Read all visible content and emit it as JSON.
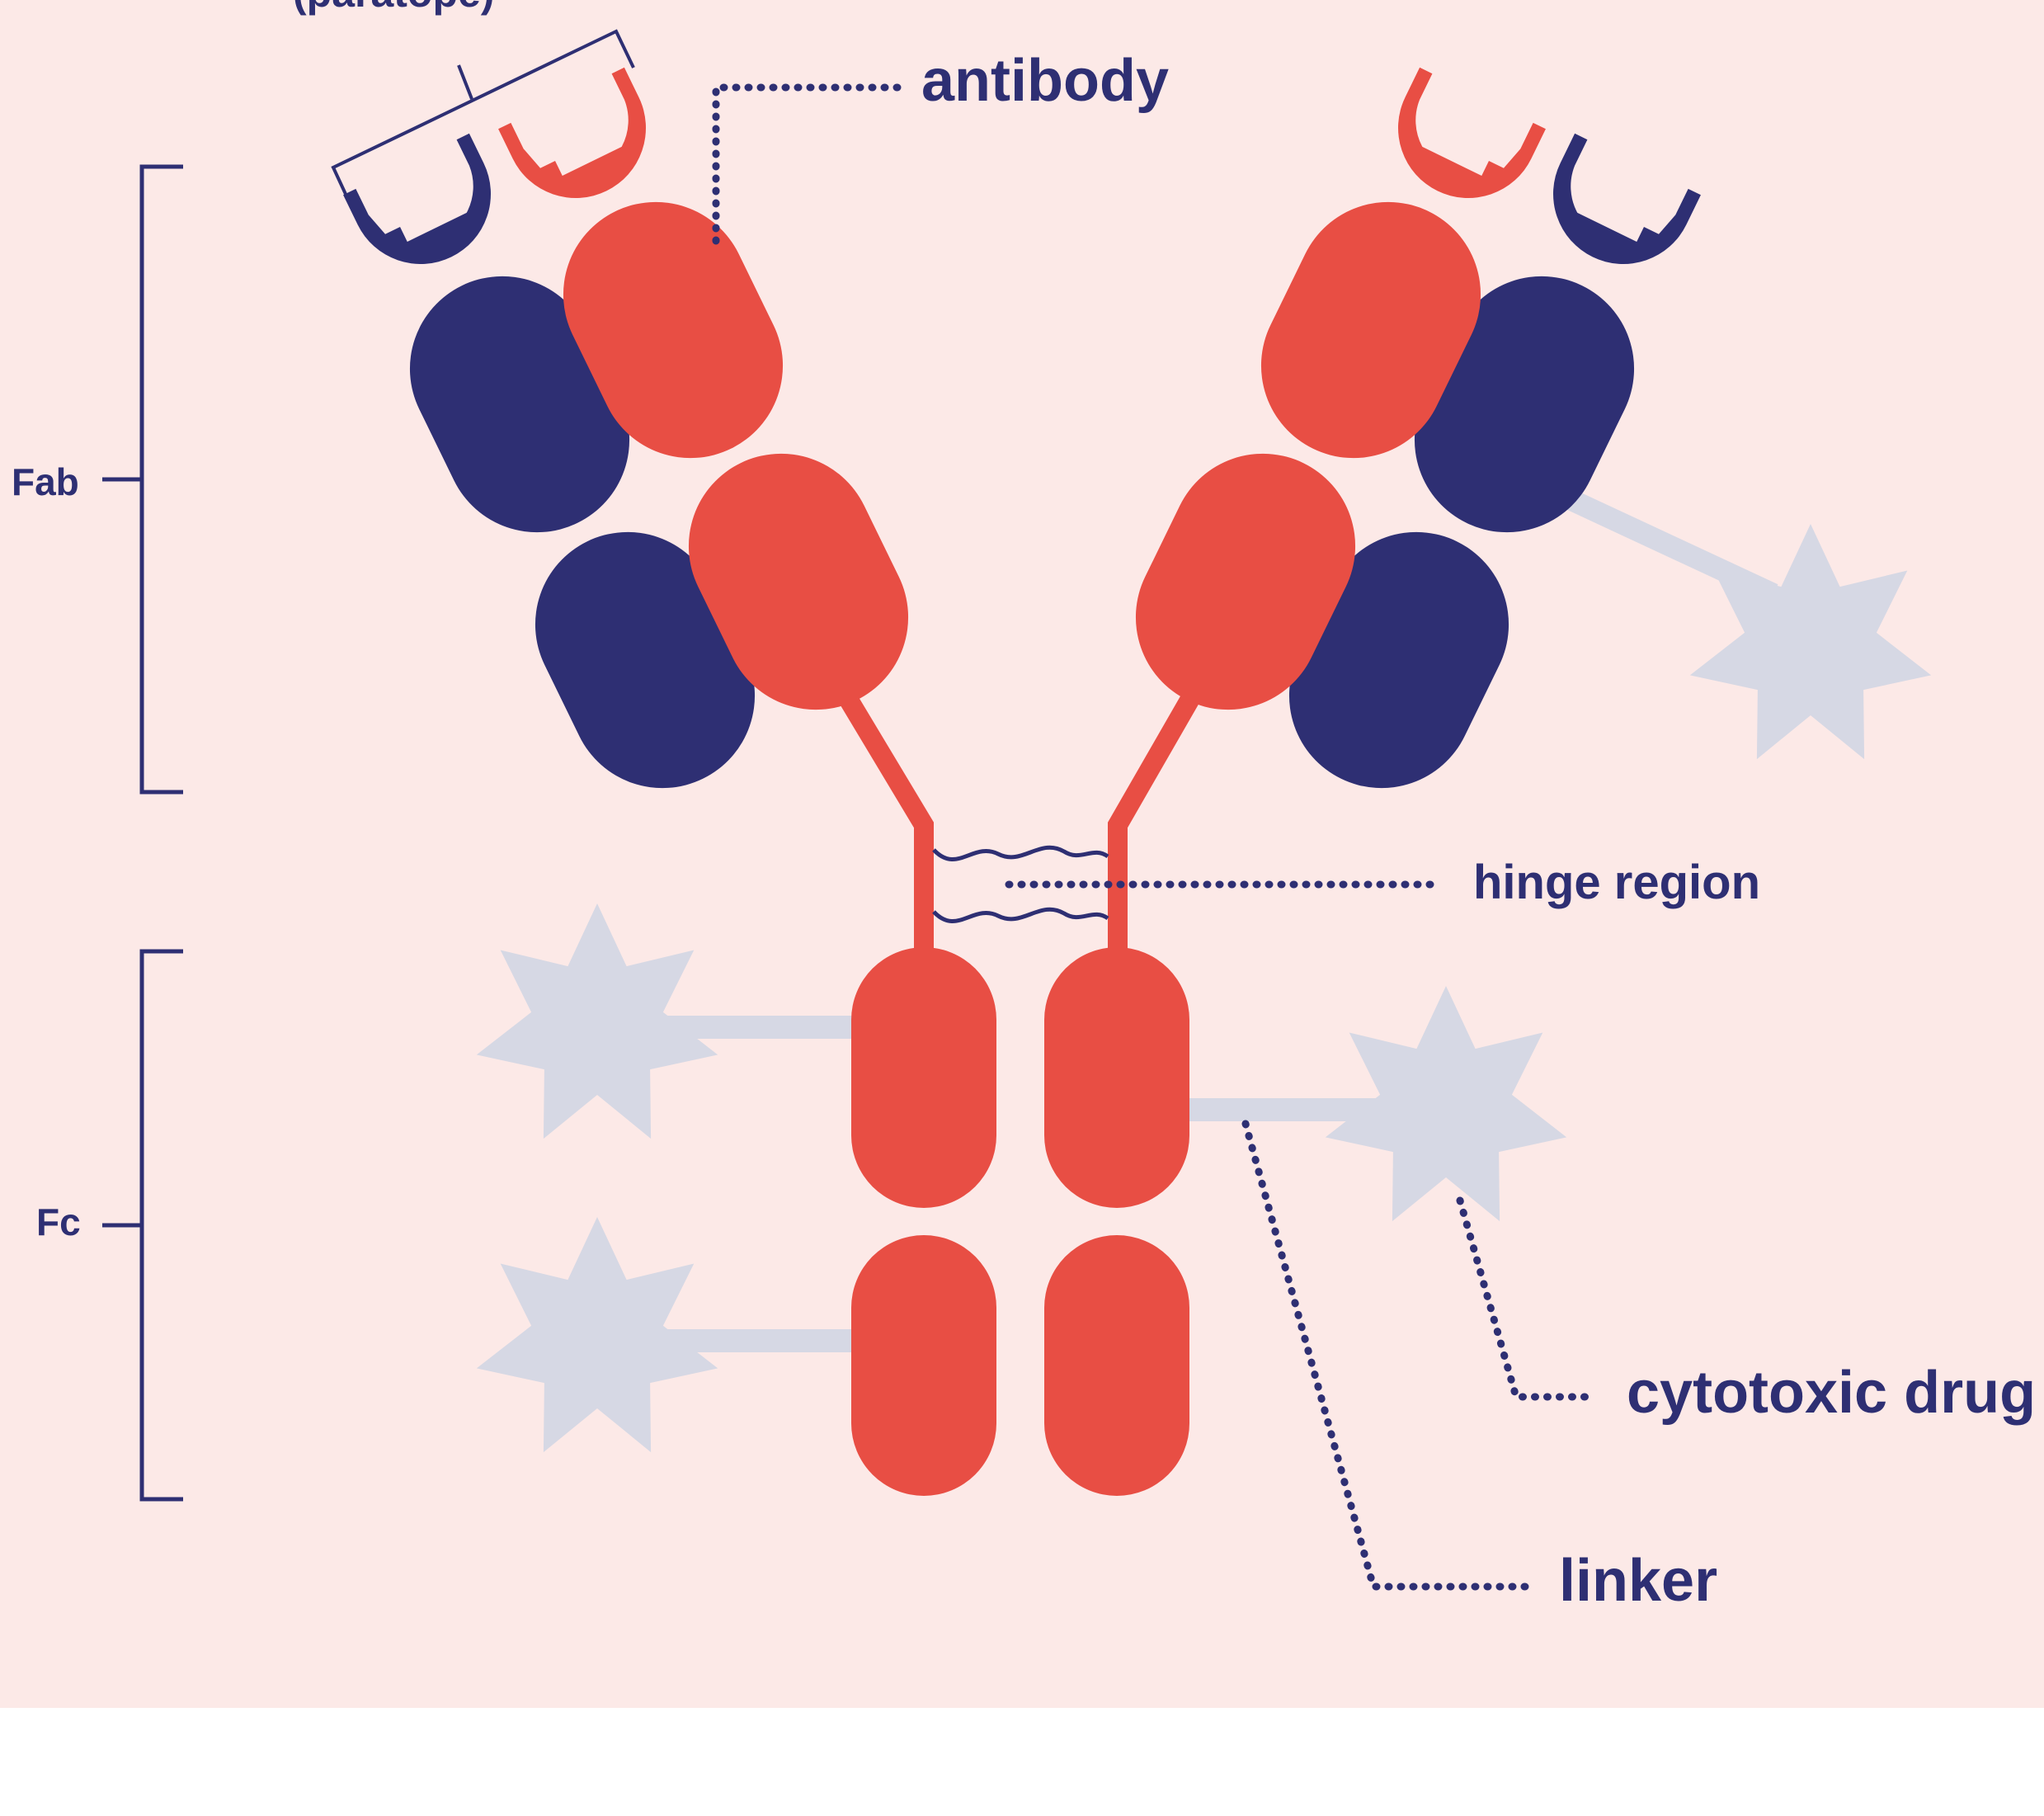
{
  "colors": {
    "background": "#fce9e7",
    "navy": "#2e2f73",
    "red": "#e84e44",
    "drug": "#d6d8e4",
    "white": "#ffffff"
  },
  "labels": {
    "paratope": "(paratope)",
    "antibody": "antibody",
    "hinge": "hinge region",
    "fab": "Fab",
    "fc": "Fc",
    "cytotoxic": "cytotoxic drug",
    "linker": "linker"
  }
}
